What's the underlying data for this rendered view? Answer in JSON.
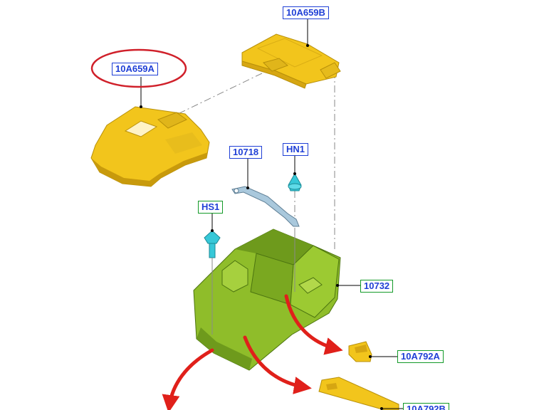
{
  "callouts": {
    "battery_cover_top": "10A659B",
    "battery_cover": "10A659A",
    "hold_down_bracket": "10718",
    "nut": "HN1",
    "screw": "HS1",
    "battery_tray": "10732",
    "tray_clip_a": "10A792A",
    "tray_clip_b": "10A792B"
  },
  "colors": {
    "part_yellow": "#f2c51c",
    "part_yellow_dark": "#c89a0c",
    "tray_green": "#8fbd2a",
    "tray_green_dark": "#5e8a16",
    "fastener_cyan": "#37c8d8",
    "bracket_blue": "#a9c8dc",
    "arrow_red": "#e0201a",
    "callout_blue": "#1f3fd6",
    "callout_green": "#139a28",
    "highlight_ring": "#d0202a"
  }
}
